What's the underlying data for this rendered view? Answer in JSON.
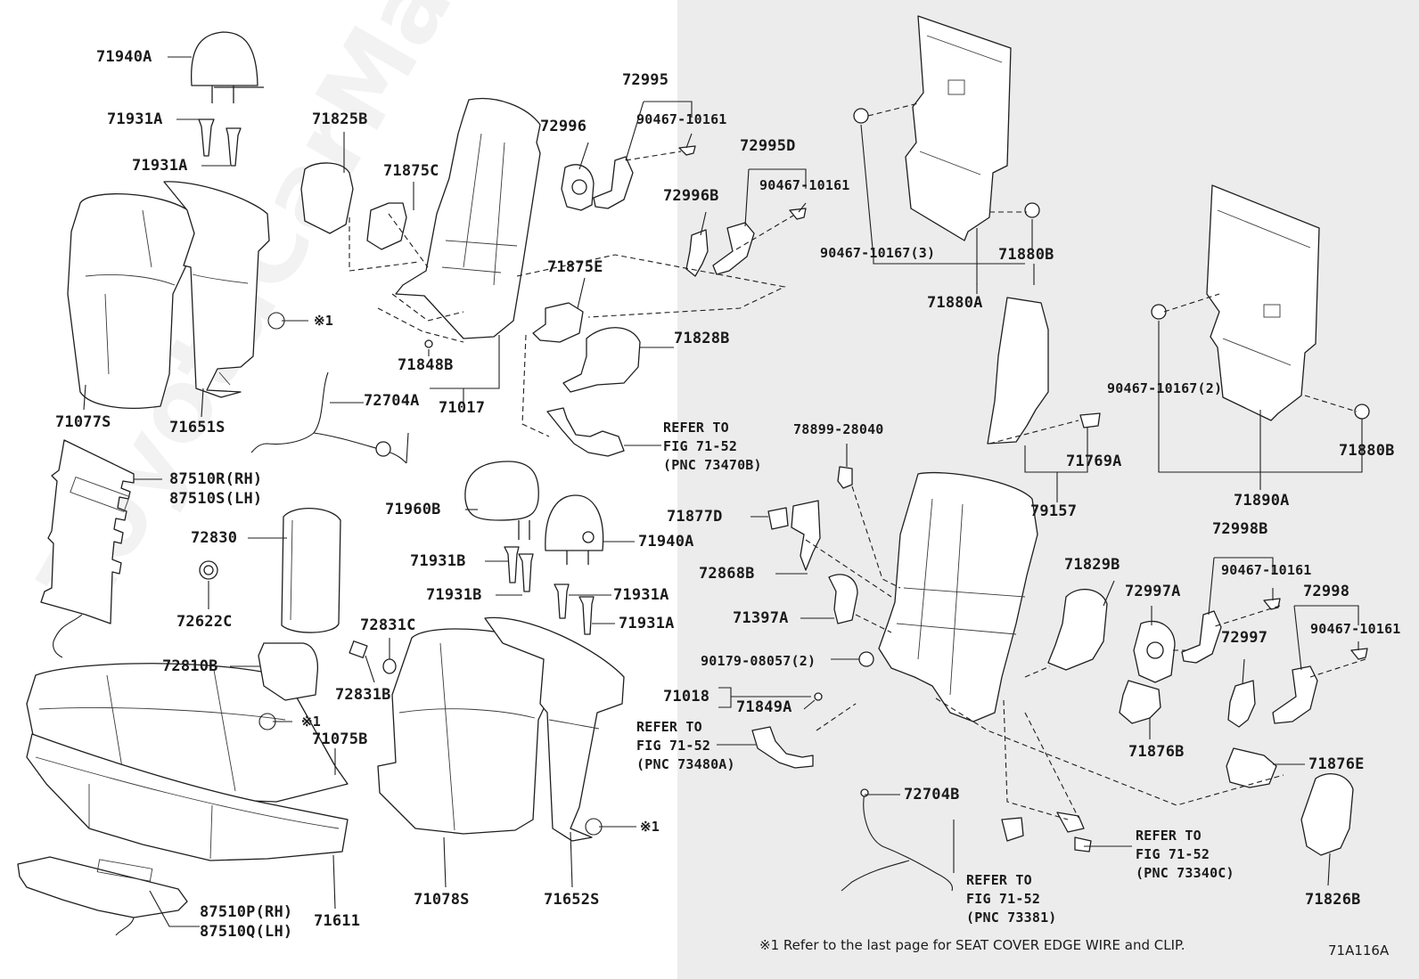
{
  "watermark": "ToyotaCarMall.ru",
  "footnote": "※1  Refer to the last page for SEAT COVER EDGE WIRE and CLIP.",
  "figure_id": "71A116A",
  "callouts": {
    "c71940A": "71940A",
    "c71931A_1": "71931A",
    "c71931A_2": "71931A",
    "c71825B": "71825B",
    "c71875C": "71875C",
    "c72995": "72995",
    "c72996": "72996",
    "c90467_10161_a": "90467-10161",
    "c72995D": "72995D",
    "c90467_10161_b": "90467-10161",
    "c72996B": "72996B",
    "c71875E": "71875E",
    "c71828B": "71828B",
    "c71848B": "71848B",
    "c71017": "71017",
    "c72704A": "72704A",
    "mark1_a": "※1",
    "c71077S": "71077S",
    "c71651S": "71651S",
    "c87510R": "87510R(RH)",
    "c87510S": "87510S(LH)",
    "c71960B": "71960B",
    "c72830": "72830",
    "c71940A_2": "71940A",
    "c71931B_1": "71931B",
    "c71931B_2": "71931B",
    "c71931A_3": "71931A",
    "c71931A_4": "71931A",
    "c72622C": "72622C",
    "c72831C": "72831C",
    "c72810B": "72810B",
    "c72831B": "72831B",
    "mark1_b": "※1",
    "c71075B": "71075B",
    "c71078S": "71078S",
    "c71652S": "71652S",
    "mark1_c": "※1",
    "c71611": "71611",
    "c87510P": "87510P(RH)",
    "c87510Q": "87510Q(LH)",
    "c90467_10167_3": "90467-10167(3)",
    "c71880B_1": "71880B",
    "c71880A": "71880A",
    "c90467_10167_2": "90467-10167(2)",
    "c71880B_2": "71880B",
    "c78899_28040": "78899-28040",
    "c71769A": "71769A",
    "c79157": "79157",
    "c71890A": "71890A",
    "c71877D": "71877D",
    "c72868B": "72868B",
    "c71397A": "71397A",
    "c90179_08057": "90179-08057(2)",
    "c71018": "71018",
    "c71849A": "71849A",
    "c71829B": "71829B",
    "c72997A": "72997A",
    "c72998B": "72998B",
    "c90467_10161_c": "90467-10161",
    "c72998": "72998",
    "c90467_10161_d": "90467-10161",
    "c72997": "72997",
    "c71876B": "71876B",
    "c71876E": "71876E",
    "c72704B": "72704B",
    "c71826B": "71826B"
  },
  "refs": {
    "r73470B": "REFER TO\nFIG 71-52\n(PNC 73470B)",
    "r73480A": "REFER TO\nFIG 71-52\n(PNC 73480A)",
    "r73340C": "REFER TO\nFIG 71-52\n(PNC 73340C)",
    "r73381": "REFER TO\nFIG 71-52\n(PNC 73381)"
  }
}
